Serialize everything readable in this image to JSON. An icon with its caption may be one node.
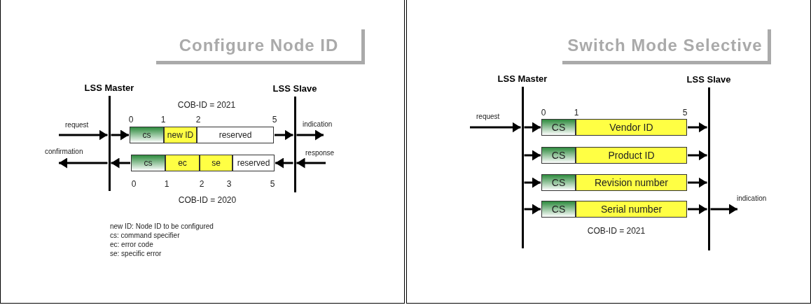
{
  "diagram": {
    "nodes": [
      {
        "text": [
          "Configure Node ID"
        ]
      },
      {
        "text": [
          "LSS Master"
        ],
        "in": 0
      },
      {
        "text": [
          "LSS Slave"
        ],
        "in": 0
      },
      {
        "text": [
          "cs"
        ],
        "in": 0
      },
      {
        "text": [
          "new ID"
        ],
        "in": 0
      },
      {
        "text": [
          "reserved"
        ],
        "in": 0
      },
      {
        "text": [
          "cs"
        ],
        "in": 0
      },
      {
        "text": [
          "ec"
        ],
        "in": 0
      },
      {
        "text": [
          "se"
        ],
        "in": 0
      },
      {
        "text": [
          "reserved"
        ],
        "in": 0
      },
      {
        "text": [
          "Switch Mode Selective"
        ]
      },
      {
        "text": [
          "LSS Master"
        ],
        "in": 10
      },
      {
        "text": [
          "LSS Slave"
        ],
        "in": 10
      },
      {
        "text": [
          "CS"
        ],
        "in": 10
      },
      {
        "text": [
          "Vendor ID"
        ],
        "in": 10
      },
      {
        "text": [
          "CS"
        ],
        "in": 10
      },
      {
        "text": [
          "Product ID"
        ],
        "in": 10
      },
      {
        "text": [
          "CS"
        ],
        "in": 10
      },
      {
        "text": [
          "Revision number"
        ],
        "in": 10
      },
      {
        "text": [
          "CS"
        ],
        "in": 10
      },
      {
        "text": [
          "Serial number"
        ],
        "in": 10
      }
    ],
    "edges": [
      {
        "from": null,
        "to": 1,
        "arrow": "to",
        "label": "request"
      },
      {
        "from": 1,
        "to": 3,
        "arrow": "to"
      },
      {
        "from": 5,
        "to": 2,
        "arrow": "to"
      },
      {
        "from": 2,
        "to": null,
        "arrow": "to",
        "label": "indication"
      },
      {
        "from": null,
        "to": 2,
        "arrow": "to",
        "label": "response"
      },
      {
        "from": 2,
        "to": 9,
        "arrow": "to"
      },
      {
        "from": 6,
        "to": 1,
        "arrow": "to"
      },
      {
        "from": 1,
        "to": null,
        "arrow": "to",
        "label": "confirmation"
      },
      {
        "from": null,
        "to": 11,
        "arrow": "to",
        "label": "request"
      },
      {
        "from": 11,
        "to": 13,
        "arrow": "to"
      },
      {
        "from": 14,
        "to": 12,
        "arrow": "to"
      },
      {
        "from": 11,
        "to": 15,
        "arrow": "to"
      },
      {
        "from": 16,
        "to": 12,
        "arrow": "to"
      },
      {
        "from": 11,
        "to": 17,
        "arrow": "to"
      },
      {
        "from": 18,
        "to": 12,
        "arrow": "to"
      },
      {
        "from": 11,
        "to": 19,
        "arrow": "to"
      },
      {
        "from": 20,
        "to": 12,
        "arrow": "to"
      },
      {
        "from": 12,
        "to": null,
        "arrow": "to",
        "label": "indication"
      }
    ],
    "labels": [
      "COB-ID = 2021",
      "0",
      "1",
      "2",
      "5",
      "0",
      "1",
      "2",
      "3",
      "5",
      "COB-ID = 2020",
      "new ID: Node ID to be configured",
      "cs: command specifier",
      "ec: error code",
      "se: specific error",
      "0",
      "1",
      "5",
      "COB-ID = 2021"
    ]
  }
}
